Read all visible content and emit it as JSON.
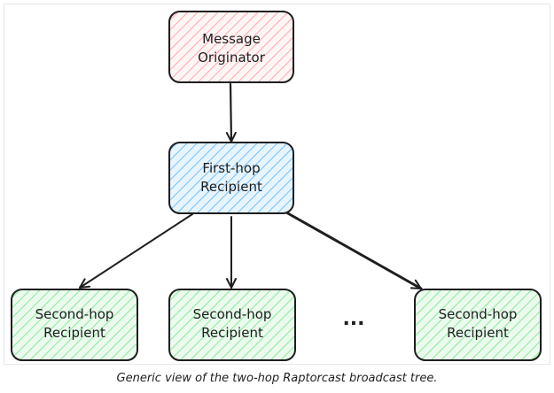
{
  "diagram": {
    "nodes": {
      "originator": {
        "lines": [
          "Message",
          "Originator"
        ],
        "fill": "#ffc9c9",
        "stroke": "#1e1e1e"
      },
      "first_hop": {
        "lines": [
          "First-hop",
          "Recipient"
        ],
        "fill": "#a5d8ff",
        "stroke": "#1e1e1e"
      },
      "second_hop_1": {
        "lines": [
          "Second-hop",
          "Recipient"
        ],
        "fill": "#b2f2bb",
        "stroke": "#1e1e1e"
      },
      "second_hop_2": {
        "lines": [
          "Second-hop",
          "Recipient"
        ],
        "fill": "#b2f2bb",
        "stroke": "#1e1e1e"
      },
      "second_hop_3": {
        "lines": [
          "Second-hop",
          "Recipient"
        ],
        "fill": "#b2f2bb",
        "stroke": "#1e1e1e"
      }
    },
    "ellipsis": "...",
    "edges": [
      {
        "from": "originator",
        "to": "first_hop"
      },
      {
        "from": "first_hop",
        "to": "second_hop_1"
      },
      {
        "from": "first_hop",
        "to": "second_hop_2"
      },
      {
        "from": "first_hop",
        "to": "second_hop_3"
      }
    ]
  },
  "caption": "Generic view of the two-hop Raptorcast broadcast tree."
}
